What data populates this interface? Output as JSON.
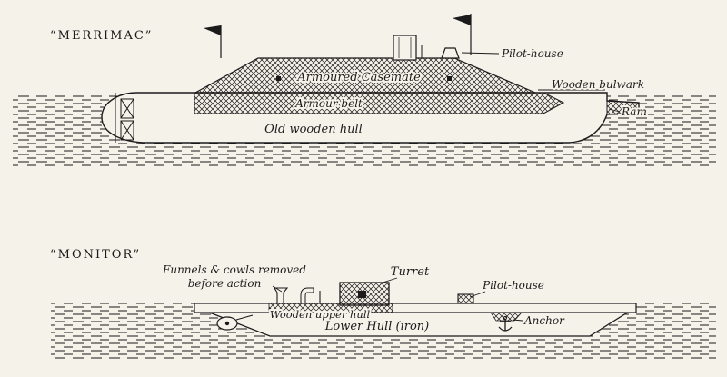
{
  "colors": {
    "ink": "#1b1b1b",
    "paper": "#f5f2ea"
  },
  "merrimac": {
    "title": "“MERRIMAC”",
    "labels": {
      "casemate": "Armoured Casemate",
      "armour_belt": "Armour belt",
      "hull": "Old wooden hull",
      "pilot_house": "Pilot-house",
      "bulwark": "Wooden bulwark",
      "ram": "Ram"
    }
  },
  "monitor": {
    "title": "“MONITOR”",
    "labels": {
      "funnels_1": "Funnels & cowls removed",
      "funnels_2": "before action",
      "turret": "Turret",
      "pilot_house": "Pilot-house",
      "upper_hull": "Wooden upper hull",
      "lower_hull": "Lower Hull (iron)",
      "anchor": "Anchor"
    }
  }
}
